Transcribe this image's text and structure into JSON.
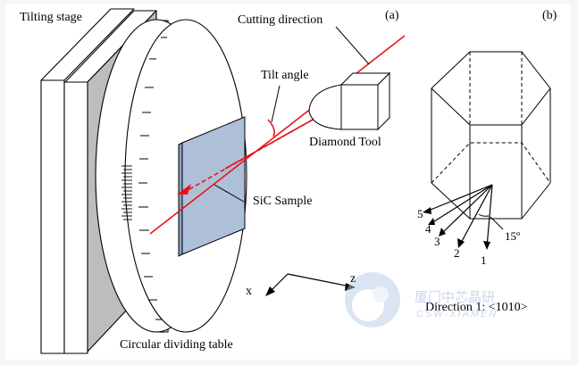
{
  "panel_a": {
    "tag": "(a)",
    "tilting_stage": "Tilting stage",
    "cutting_direction": "Cutting direction",
    "tilt_angle": "Tilt angle",
    "diamond_tool": "Diamond Tool",
    "sic_sample": "SiC Sample",
    "circular_table": "Circular dividing table",
    "axis_x": "x",
    "axis_z": "z"
  },
  "panel_b": {
    "tag": "(b)",
    "dir_1": "1",
    "dir_2": "2",
    "dir_3": "3",
    "dir_4": "4",
    "dir_5": "5",
    "angle": "15º",
    "direction_text": "Direction 1: <1010>"
  },
  "watermark": {
    "cn": "厦门中芯晶研",
    "en": "CSW-XIAMEN"
  },
  "colors": {
    "cut_line": "#e8141a",
    "sample_fill": "#aebfd8",
    "stage_fill": "#bdbdbd",
    "watermark": "#c9d8ee"
  }
}
